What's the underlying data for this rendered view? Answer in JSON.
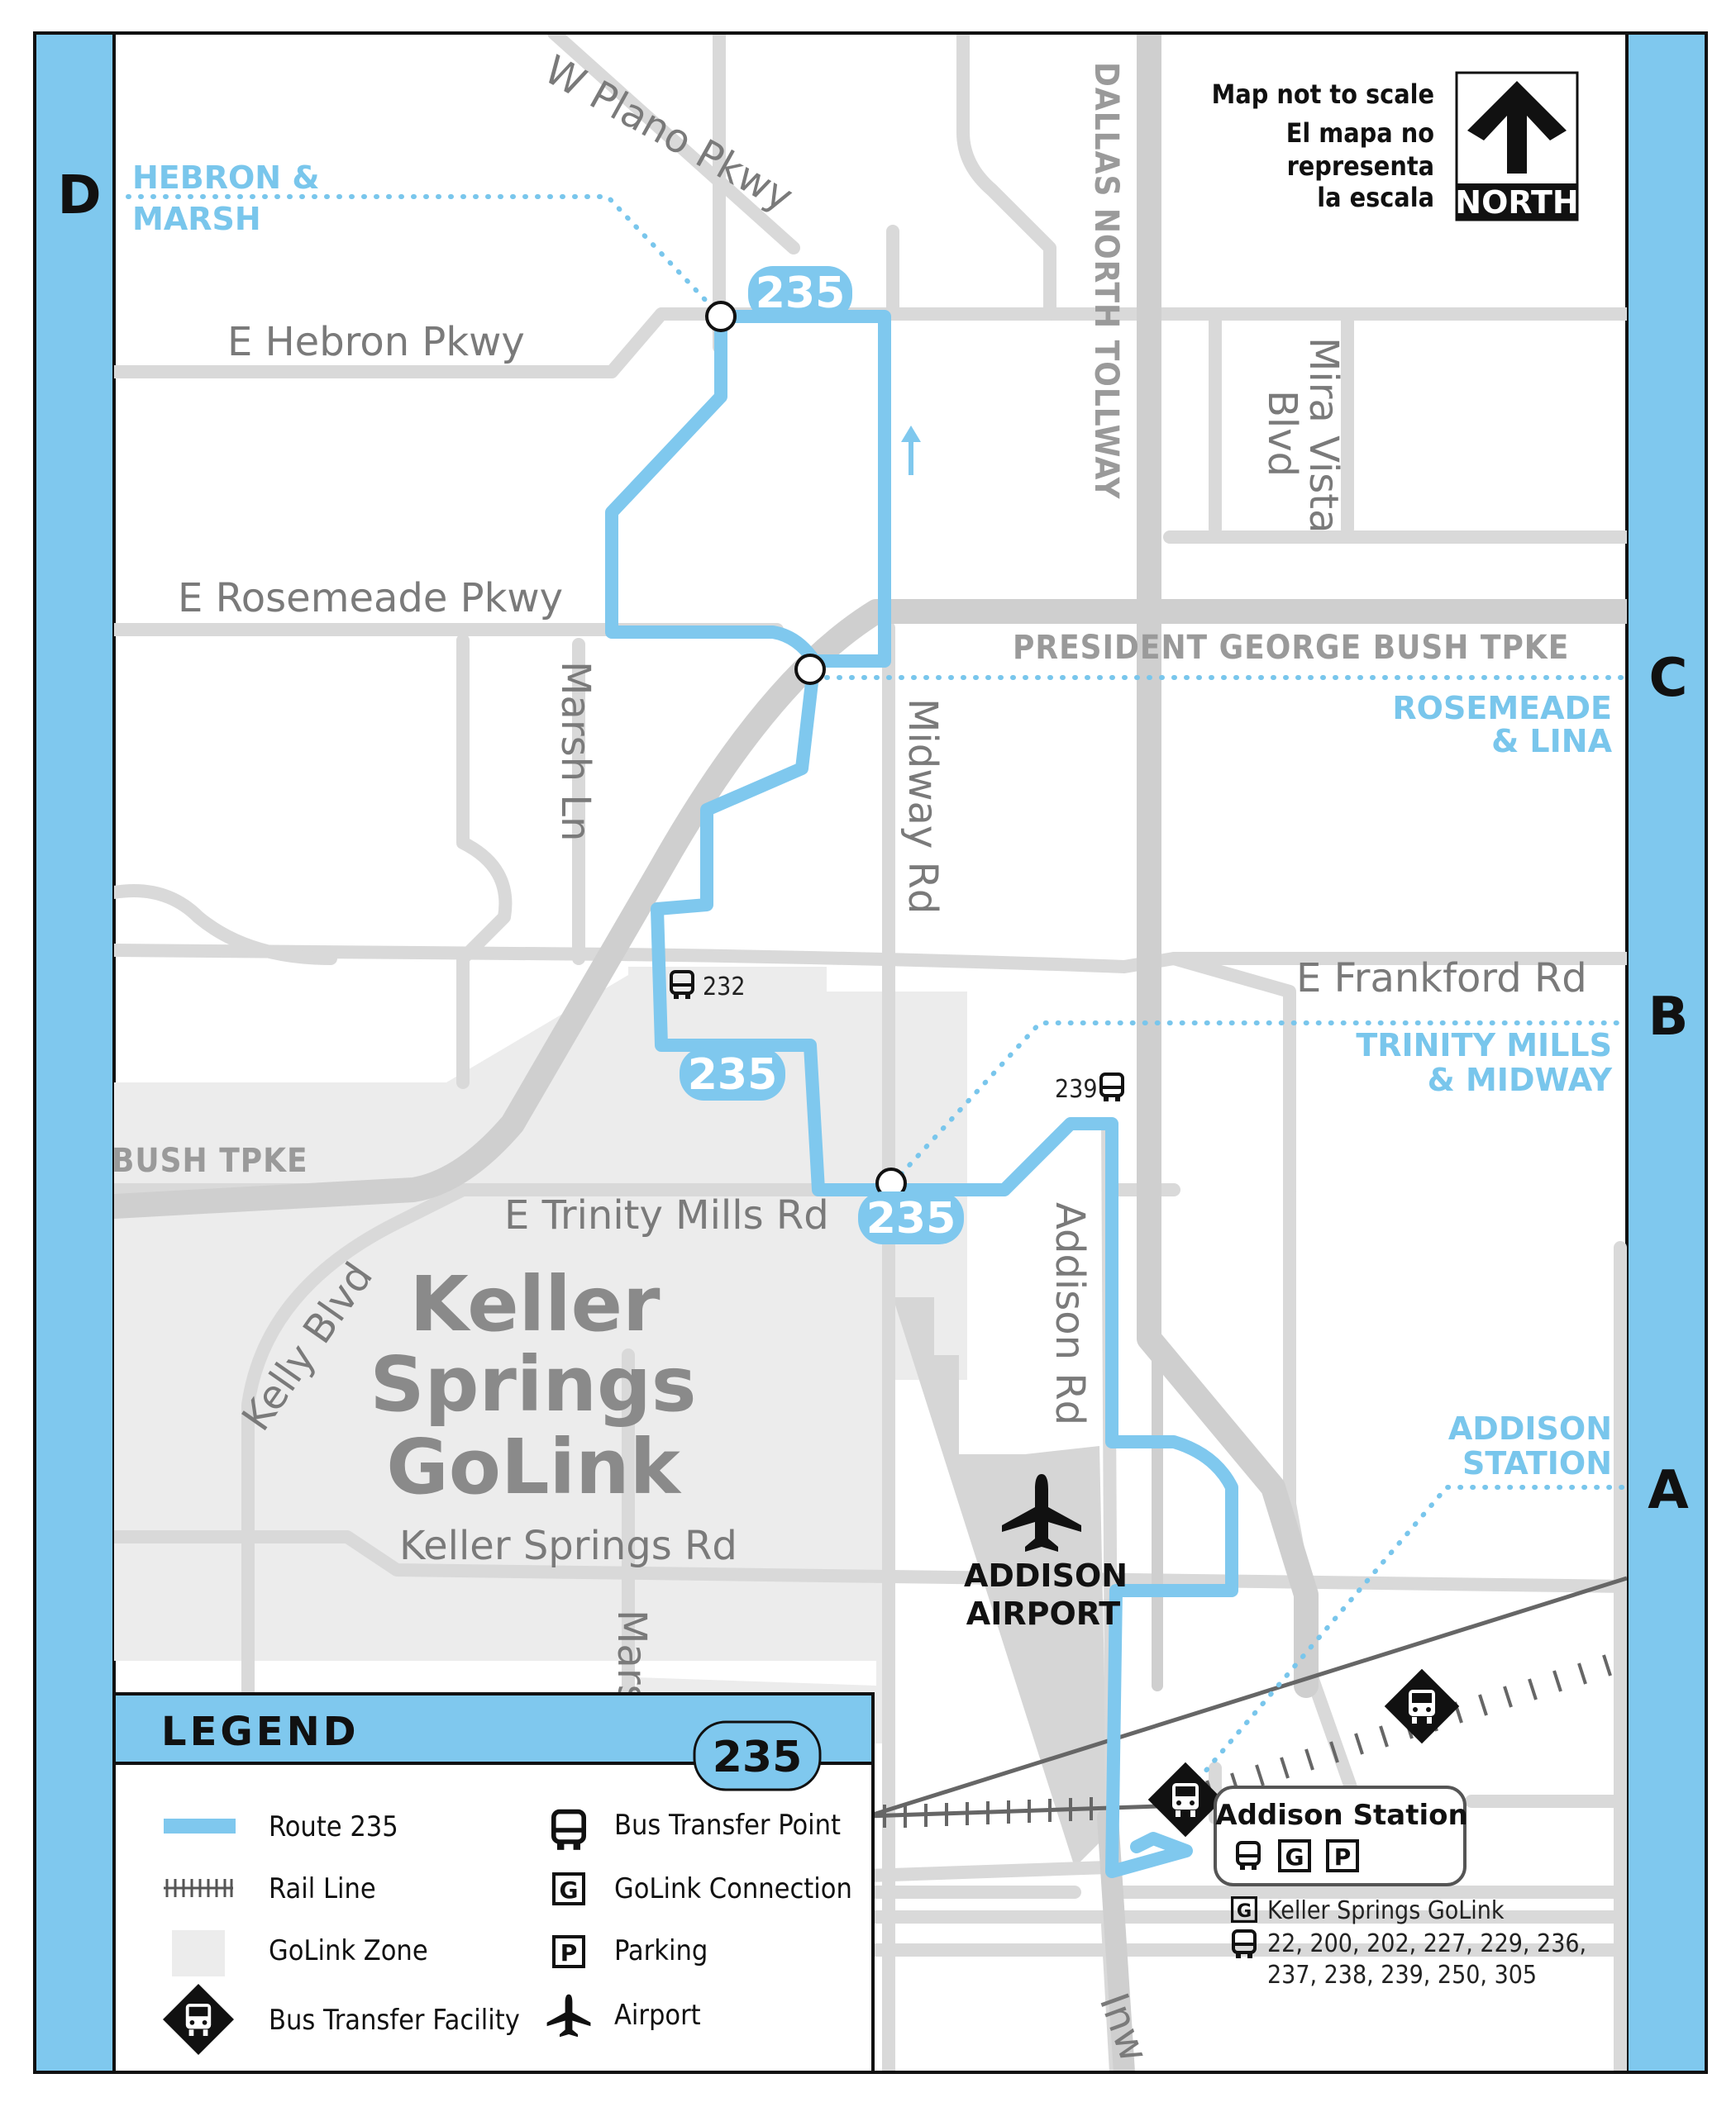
{
  "map": {
    "scale_note": [
      "Map not to scale",
      "El mapa no",
      "representa",
      "la escala"
    ],
    "north_label": "NORTH",
    "route": {
      "number": "235",
      "color": "#7fc8ee"
    },
    "grid_labels": [
      "D",
      "C",
      "B",
      "A"
    ],
    "streets": {
      "w_plano": "W Plano Pkwy",
      "e_hebron": "E Hebron Pkwy",
      "e_rosemeade": "E Rosemeade Pkwy",
      "marsh_ln": "Marsh Ln",
      "midway_rd": "Midway Rd",
      "dnt": "DALLAS NORTH TOLLWAY",
      "mira_vista_1": "Mira Vista",
      "mira_vista_2": "Blvd",
      "pgbt": "PRESIDENT GEORGE BUSH TPKE",
      "bush_tpke": "BUSH TPKE",
      "e_frankford": "E Frankford Rd",
      "e_trinity": "E Trinity Mills Rd",
      "addison_rd": "Addison Rd",
      "kelly_blvd": "Kelly Blvd",
      "keller_springs_rd": "Keller Springs Rd",
      "marsh_partial": "Mars",
      "inwood_partial": "Inw"
    },
    "timepoints": {
      "hebron_marsh": [
        "HEBRON &",
        "MARSH"
      ],
      "rosemeade_lina": [
        "ROSEMEADE",
        "& LINA"
      ],
      "trinity_midway": [
        "TRINITY MILLS",
        "& MIDWAY"
      ],
      "addison_station": [
        "ADDISON",
        "STATION"
      ]
    },
    "golink_zone": [
      "Keller",
      "Springs",
      "GoLink"
    ],
    "airport": [
      "ADDISON",
      "AIRPORT"
    ],
    "transfers": {
      "r232": "232",
      "r239": "239"
    },
    "station": {
      "name": "Addison Station",
      "golink_text": "Keller Springs GoLink",
      "bus_routes_line1": "22, 200, 202, 227, 229, 236,",
      "bus_routes_line2": "237, 238, 239, 250, 305"
    }
  },
  "legend": {
    "title": "LEGEND",
    "route_badge": "235",
    "items": {
      "route": "Route 235",
      "rail": "Rail Line",
      "zone": "GoLink Zone",
      "transfer_facility": "Bus Transfer Facility",
      "transfer_point": "Bus Transfer Point",
      "golink": "GoLink Connection",
      "parking": "Parking",
      "airport": "Airport"
    }
  },
  "colors": {
    "route": "#7fc8ee",
    "road": "#d9d9d9",
    "highway": "#cfcfcf",
    "zone": "#ececec",
    "border": "#7fc8ee"
  }
}
